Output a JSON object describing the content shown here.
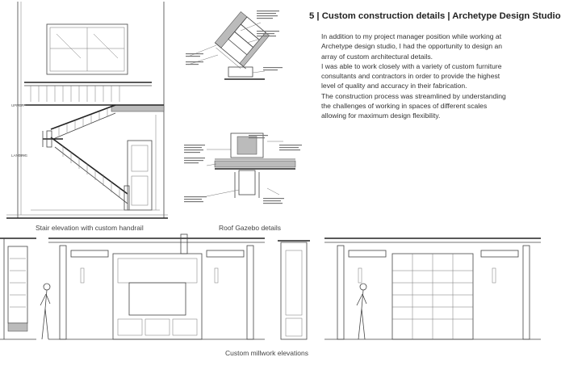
{
  "heading": "5 | Custom construction details | Archetype Design Studio",
  "paragraphs": [
    "In addition to my project manager position while working at Archetype design studio, I had the opportunity to design an array of custom architectural details.",
    "I was able to work closely with a variety of custom furniture consultants and contractors in order to provide the highest level of quality and accuracy in their fabrication.",
    "The construction process was streamlined by understanding the challenges of working in spaces of different scales allowing for maximum design flexibility."
  ],
  "captions": {
    "stair": "Stair elevation with custom handrail",
    "gazebo": "Roof Gazebo details",
    "millwork": "Custom millwork elevations"
  },
  "stair_labels": {
    "level_upper": "UPPER",
    "level_lower": "LANDING"
  }
}
